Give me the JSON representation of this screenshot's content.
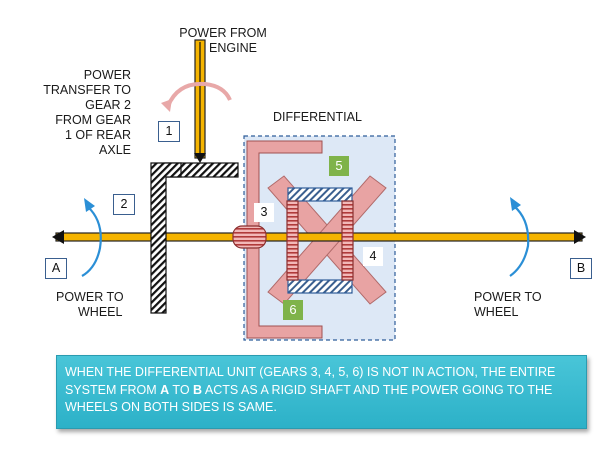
{
  "labels": {
    "engine_line1": "POWER FROM",
    "engine_line2": "ENGINE",
    "transfer_lines": [
      "POWER",
      "TRANSFER TO",
      "GEAR 2",
      "FROM GEAR",
      "1 OF REAR",
      "AXLE"
    ],
    "differential": "DIFFERENTIAL",
    "wheel_left_line1": "POWER TO",
    "wheel_left_line2": "WHEEL",
    "wheel_right_line1": "POWER TO",
    "wheel_right_line2": "WHEEL"
  },
  "markers": {
    "gear1": "1",
    "gear2": "2",
    "gear3": "3",
    "gear4": "4",
    "gear5": "5",
    "gear6": "6",
    "point_a": "A",
    "point_b": "B"
  },
  "caption": {
    "part1": "WHEN THE DIFFERENTIAL UNIT (GEARS 3, 4, 5, 6) IS NOT IN ACTION, THE ENTIRE SYSTEM FROM ",
    "a": "A",
    "part2": " TO ",
    "b": "B",
    "part3": " ACTS AS A RIGID SHAFT AND THE POWER GOING TO THE WHEELS ON BOTH SIDES IS SAME."
  },
  "colors": {
    "shaft": "#f5b400",
    "gear_pink": "#e8a3a3",
    "hatch": "#3a5f8f",
    "green": "#7fb34a",
    "caption_bg": "#3dbdd2",
    "curved_arrow": "#2b8fd6"
  }
}
